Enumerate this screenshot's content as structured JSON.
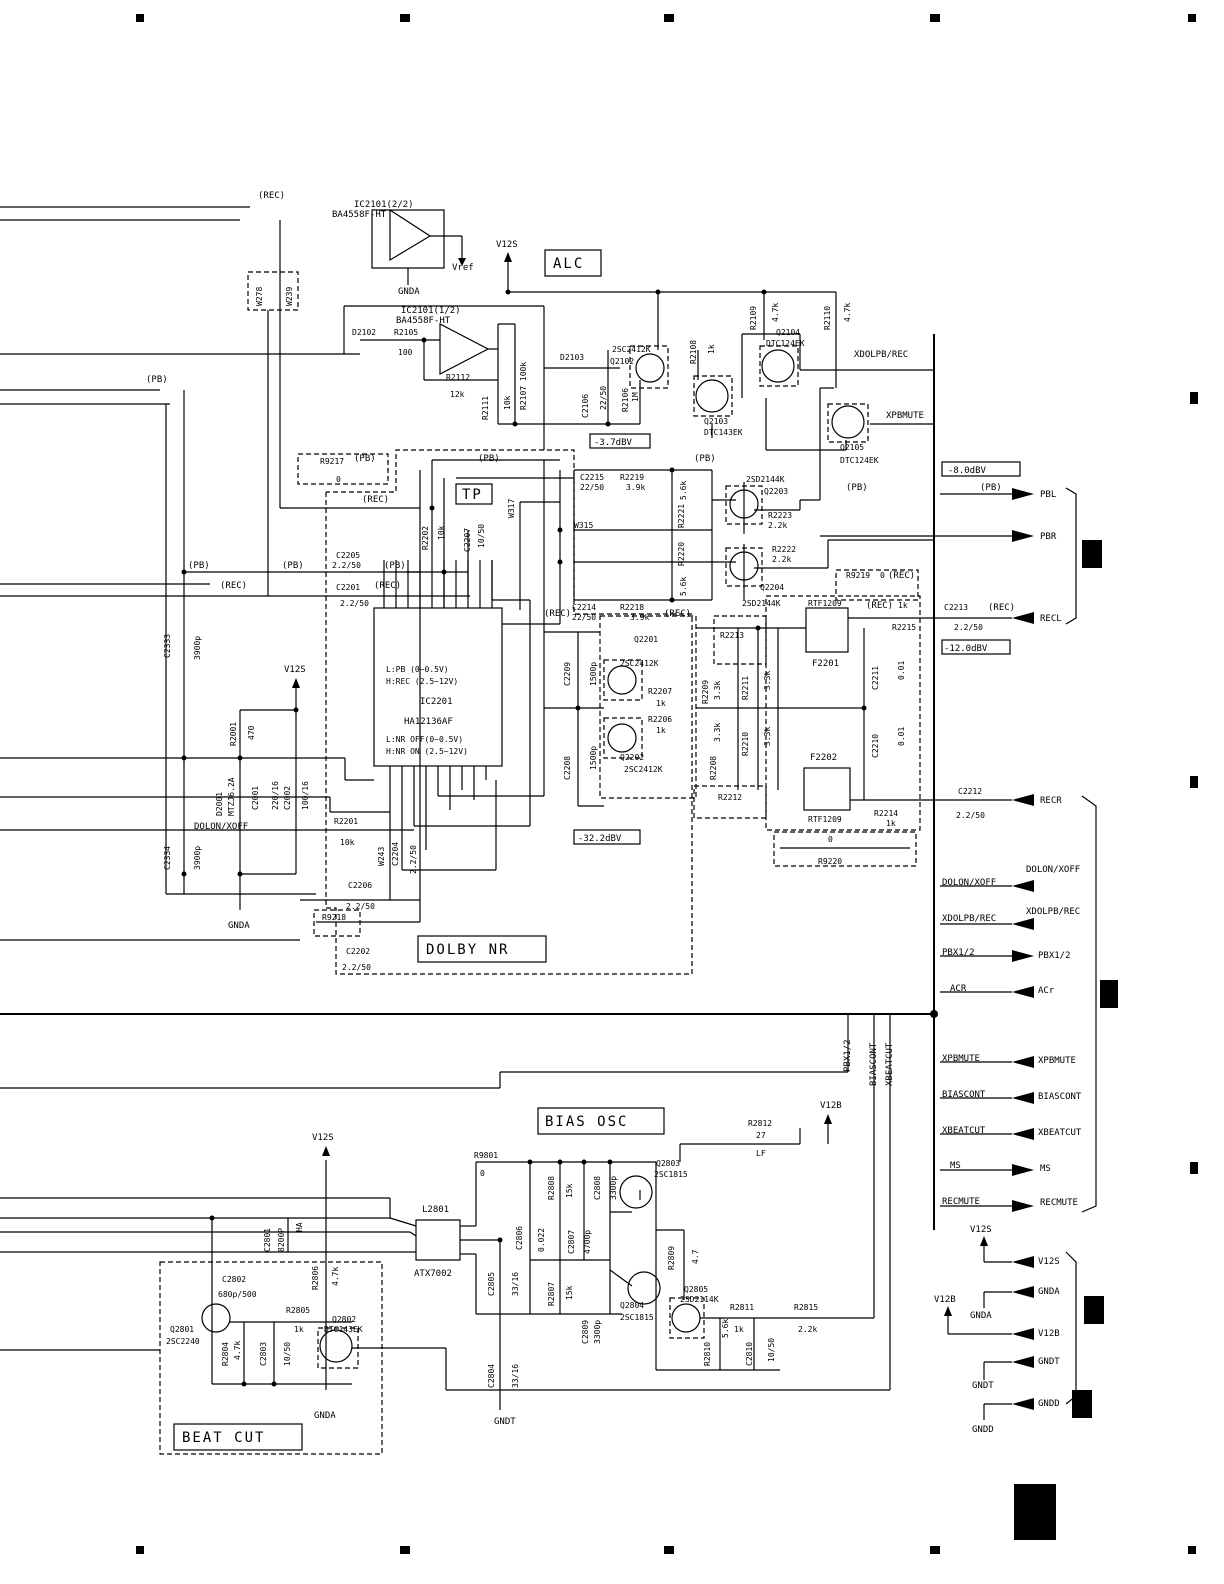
{
  "blocks": {
    "alc": "ALC",
    "tp": "TP",
    "dolby_nr": "DOLBY NR",
    "bias_osc": "BIAS OSC",
    "beat_cut": "BEAT CUT"
  },
  "ics": {
    "ic2101a_ref": "IC2101(2/2)",
    "ic2101a_part": "BA4558F-HT",
    "ic2101b_ref": "IC2101(1/2)",
    "ic2101b_part": "BA4558F-HT",
    "ic2201_note1": "L:PB (0~0.5V)",
    "ic2201_note2": "H:REC (2.5~12V)",
    "ic2201_ref": "IC2201",
    "ic2201_part": "HA12136AF",
    "ic2201_note3": "L:NR OFF(0~0.5V)",
    "ic2201_note4": "H:NR ON (2.5~12V)",
    "l2801_ref": "L2801",
    "l2801_part": "ATX7002",
    "f2201_ref": "F2201",
    "f2202_ref": "F2202",
    "f_part": "RTF1209"
  },
  "levels": {
    "lv1": "-3.7dBV",
    "lv2": "-8.0dBV",
    "lv3": "-12.0dBV",
    "lv4": "-32.2dBV"
  },
  "nets": {
    "v12s": "V12S",
    "v12b": "V12B",
    "vref": "Vref",
    "gnda": "GNDA",
    "gndt": "GNDT",
    "gndd": "GNDD",
    "rec": "(REC)",
    "pb": "(PB)",
    "dolon_xoff": "DOLON/XOFF",
    "xdolpb_rec": "XDOLPB/REC",
    "xpbmute": "XPBMUTE",
    "pbx12": "PBX1/2",
    "acr": "ACR",
    "biascont": "BIASCONT",
    "xbeatcut": "XBEATCUT",
    "ms": "MS",
    "recmute": "RECMUTE"
  },
  "connector": {
    "pbl": "PBL",
    "pbr": "PBR",
    "recl": "RECL",
    "recr": "RECR",
    "dolon_xoff": "DOLON/XOFF",
    "xdolpb_rec": "XDOLPB/REC",
    "pbx12": "PBX1/2",
    "acr": "ACr",
    "xpbmute": "XPBMUTE",
    "biascont": "BIASCONT",
    "xbeatcut": "XBEATCUT",
    "ms": "MS",
    "recmute": "RECMUTE",
    "v12s": "V12S",
    "gnda": "GNDA",
    "v12b": "V12B",
    "gndt": "GNDT",
    "gndd": "GNDD"
  },
  "parts": {
    "d2102": "D2102",
    "r2105": "R2105",
    "r2105v": "100",
    "r2112": "R2112",
    "r2112v": "12k",
    "r2111": "R2111",
    "r2111v": "10k",
    "r2107": "R2107 100k",
    "d2103": "D2103",
    "c2106": "C2106",
    "c2106v": "22/50",
    "r2106": "R2106",
    "r2106v": "1M",
    "q2102": "Q2102",
    "q2102p": "2SC2412K",
    "r2108": "R2108",
    "r2108v": "1k",
    "q2103": "Q2103",
    "q2103p": "DTC143EK",
    "r2109": "R2109",
    "r2109v": "4.7k",
    "r2110": "R2110",
    "r2110v": "4.7k",
    "q2104": "Q2104",
    "q2104p": "DTC124EK",
    "q2105": "Q2105",
    "q2105p": "DTC124EK",
    "w278": "W278",
    "w239": "W239",
    "r9217": "R9217",
    "r9217v": "0",
    "c2215": "C2215",
    "c2215v": "22/50",
    "r2219": "R2219",
    "r2219v": "3.9k",
    "r2221": "R2221",
    "r2221v": "5.6k",
    "r2220": "R2220",
    "r2220v": "5.6k",
    "q2203": "Q2203",
    "q2203p": "2SD2144K",
    "r2223": "R2223",
    "r2223v": "2.2k",
    "r2222": "R2222",
    "r2222v": "2.2k",
    "q2204": "Q2204",
    "q2204p": "2SD2144K",
    "c2205": "C2205",
    "c2205v": "2.2/50",
    "c2201": "C2201",
    "c2201v": "2.2/50",
    "c2214": "C2214",
    "c2214v": "22/50",
    "r2218": "R2218",
    "r2218v": "3.9k",
    "r9219": "R9219",
    "r9219v": "0",
    "r2215": "R2215",
    "r2215v": "1k",
    "c2213": "C2213",
    "c2213v": "2.2/50",
    "r2213": "R2213",
    "r2211": "R2211",
    "r2211v": "3.3k",
    "r2209": "R2209",
    "r2209v": "3.3k",
    "c2211": "C2211",
    "c2211v": "0.01",
    "c2210": "C2210",
    "c2210v": "0.01",
    "q2201": "Q2201",
    "q2201p": "2SC2412K",
    "r2207": "R2207",
    "r2207v": "1k",
    "r2206": "R2206",
    "r2206v": "1k",
    "q2202": "Q2202",
    "q2202p": "2SC2412K",
    "c2209": "C2209",
    "c2209v": "1500p",
    "c2208": "C2208",
    "c2208v": "1500p",
    "r2210": "R2210",
    "r2210v": "3.3k",
    "r2208": "R2208",
    "r2208v": "3.3k",
    "r2212": "R2212",
    "r2214": "R2214",
    "r2214v": "1k",
    "c2212": "C2212",
    "c2212v": "2.2/50",
    "r9220": "R9220",
    "r9220v": "0",
    "c2333": "C2333",
    "c2333v": "3900p",
    "c2334": "C2334",
    "c2334v": "3900p",
    "r2001": "R2001",
    "r2001v": "470",
    "d2001": "D2001",
    "d2001p": "MTZJ6.2A",
    "c2001": "C2001",
    "c2001v": "220/16",
    "c2002": "C2002",
    "c2002v": "100/16",
    "r2201": "R2201",
    "r2201v": "10k",
    "w243": "W243",
    "c2204": "C2204",
    "c2204v": "2.2/50",
    "c2206": "C2206",
    "c2206v": "2.2/50",
    "c2202": "C2202",
    "c2202v": "2.2/50",
    "r9218": "R9218",
    "c2207": "C2207",
    "c2207v": "10/50",
    "r2202": "R2202",
    "r2202v": "10k",
    "w317": "W317",
    "w315": "W315",
    "r9801": "R9801",
    "r9801v": "0",
    "r2812": "R2812",
    "r2812v": "27",
    "r2812w": "LF",
    "c2801": "C2801",
    "c2801v": "8200P",
    "c2801w": "HA",
    "c2802": "C2802",
    "c2802v": "680p/500",
    "q2801": "Q2801",
    "q2801p": "2SC2240",
    "r2804": "R2804",
    "r2804v": "4.7k",
    "c2803": "C2803",
    "c2803v": "10/50",
    "r2805": "R2805",
    "r2805v": "1k",
    "r2806": "R2806",
    "r2806v": "4.7k",
    "q2802": "Q2802",
    "q2802p": "DTC143EK",
    "c2805": "C2805",
    "c2805v": "33/16",
    "c2804": "C2804",
    "c2804v": "33/16",
    "c2806": "C2806",
    "c2806v": "0.022",
    "r2808": "R2808",
    "r2808v": "15k",
    "c2808": "C2808",
    "c2808v": "3300p",
    "c2807": "C2807",
    "c2807v": "4700p",
    "r2807": "R2807",
    "r2807v": "15k",
    "c2809": "C2809",
    "c2809v": "3300p",
    "q2803": "Q2803",
    "q2803p": "2SC1815",
    "q2804": "Q2804",
    "q2804p": "2SC1815",
    "r2809": "R2809",
    "r2809v": "4.7",
    "q2805": "Q2805",
    "q2805p": "2SD2114K",
    "r2811": "R2811",
    "r2811v": "1k",
    "r2810": "R2810",
    "r2810v": "5.6k",
    "c2810": "C2810",
    "c2810v": "10/50",
    "r2815": "R2815",
    "r2815v": "2.2k"
  }
}
